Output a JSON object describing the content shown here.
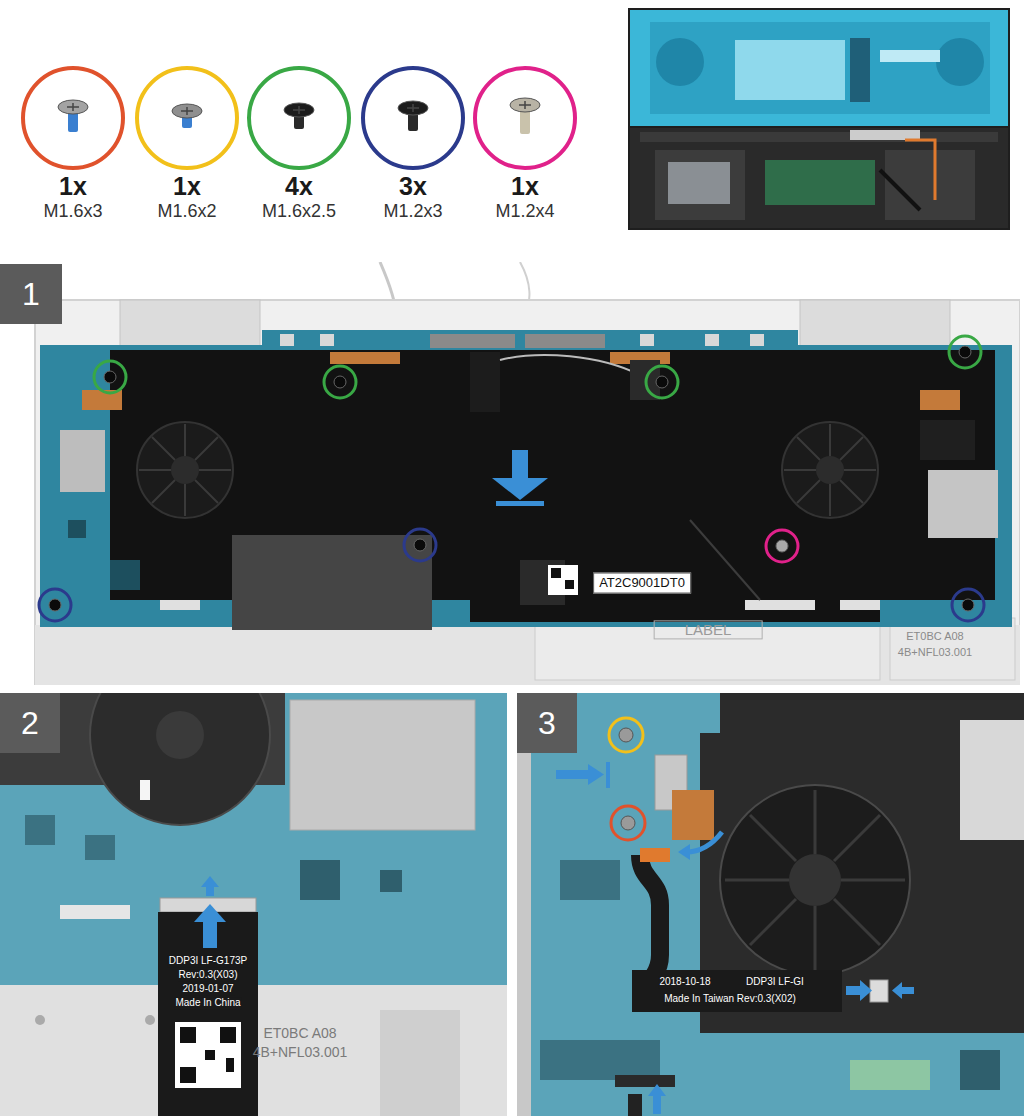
{
  "diagram": {
    "nodes": [
      {
        "text": [
          "1x",
          "M1.6x3"
        ]
      },
      {
        "text": [
          "1x",
          "M1.6x2"
        ]
      },
      {
        "text": [
          "4x",
          "M1.6x2.5"
        ]
      },
      {
        "text": [
          "3x",
          "M1.2x3"
        ]
      },
      {
        "text": [
          "1x",
          "M1.2x4"
        ]
      },
      {
        "text": [
          "1"
        ]
      },
      {
        "text": [
          "2"
        ]
      },
      {
        "text": [
          "3"
        ]
      }
    ],
    "labels": [
      "AT2C9001DT0",
      "LABEL",
      "ET0BC A08",
      "4B+NFL03.001",
      "DDP3I LF-G173P",
      "Rev:0.3(X03)",
      "2019-01-07",
      "Made In China",
      "ET0BC A08",
      "4B+NFL03.001",
      "2018-10-18",
      "DDP3I LF-GI",
      "Made In Taiwan Rev:0.3(X02)"
    ]
  }
}
